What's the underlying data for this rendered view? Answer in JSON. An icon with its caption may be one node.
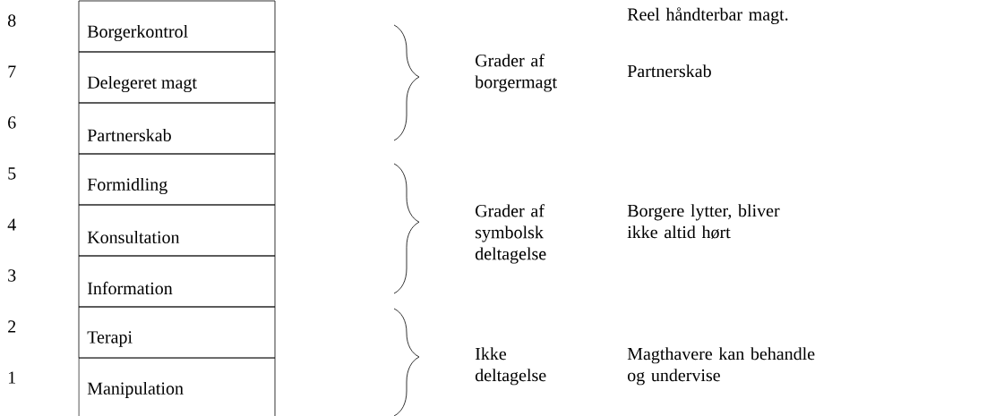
{
  "diagram": {
    "nodes": [
      {
        "text": [
          "Borgerkontrol"
        ]
      },
      {
        "text": [
          "Delegeret magt"
        ]
      },
      {
        "text": [
          "Partnerskab"
        ]
      },
      {
        "text": [
          "Formidling"
        ]
      },
      {
        "text": [
          "Konsultation"
        ]
      },
      {
        "text": [
          "Information"
        ]
      },
      {
        "text": [
          "Terapi"
        ]
      },
      {
        "text": [
          "Manipulation"
        ]
      }
    ],
    "labels": [
      "8",
      "7",
      "6",
      "5",
      "4",
      "3",
      "2",
      "1",
      "Grader af borgermagt",
      "Reel håndterbar magt.",
      "Partnerskab",
      "Grader af symbolsk deltagelse",
      "Borgere lytter, bliver ikke altid hørt",
      "Ikke deltagelse",
      "Magthavere kan behandle og undervise"
    ]
  }
}
